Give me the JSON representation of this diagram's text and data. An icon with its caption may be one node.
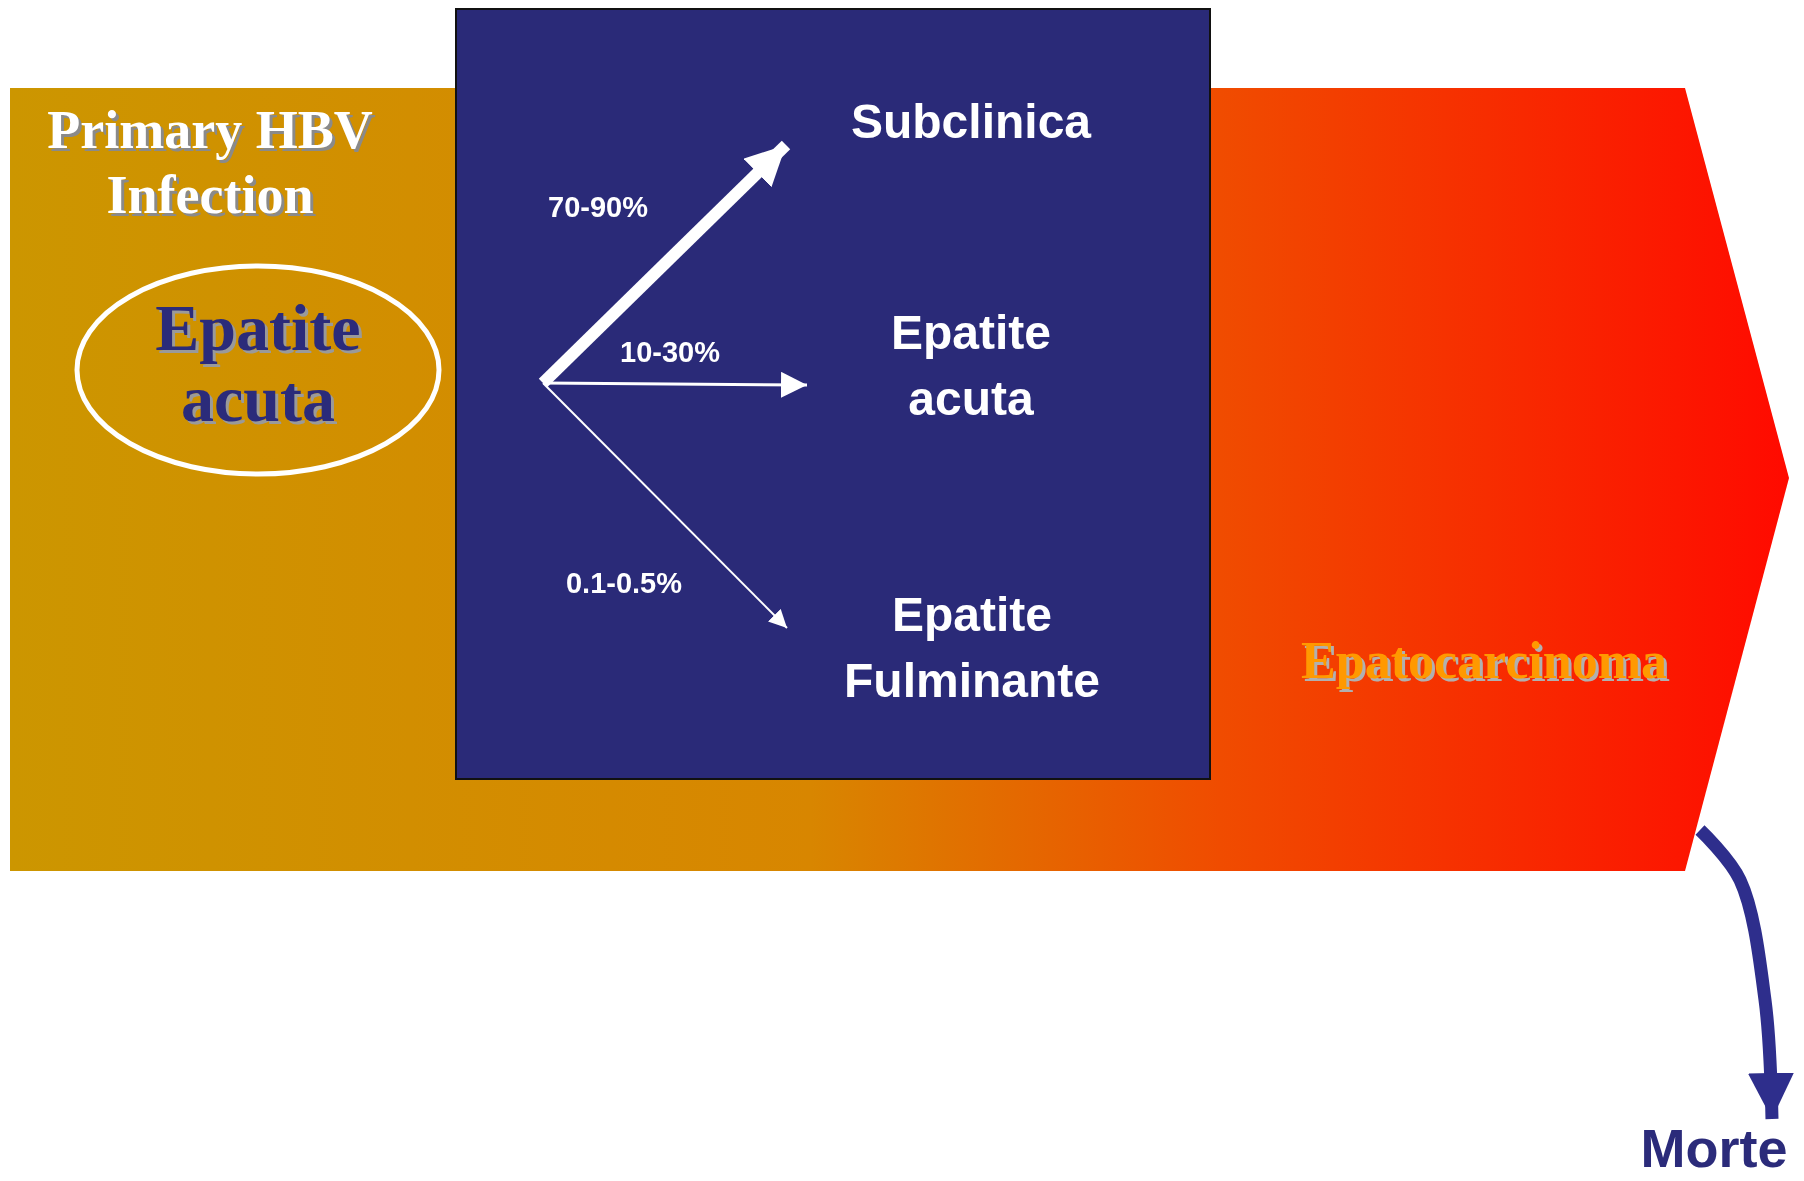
{
  "diagram": {
    "nodes": [
      {
        "text": [
          "Primary HBV Infection",
          "Epatocarcinoma"
        ]
      },
      {
        "text": [
          "Epatite acuta"
        ],
        "in": 0
      },
      {
        "text": [],
        "shape": "box"
      },
      {
        "text": [
          "Subclinica"
        ],
        "in": 2
      },
      {
        "text": [
          "Epatite acuta"
        ],
        "in": 2
      },
      {
        "text": [
          "Epatite Fulminante"
        ],
        "in": 2
      },
      {
        "text": [
          "Morte"
        ]
      }
    ],
    "edges": [
      {
        "from": null,
        "to": 3,
        "arrow": "to",
        "label": "70-90%",
        "style": "thick"
      },
      {
        "from": null,
        "to": 4,
        "arrow": "to",
        "label": "10-30%"
      },
      {
        "from": null,
        "to": 5,
        "arrow": "to",
        "label": "0.1-0.5%"
      },
      {
        "from": 0,
        "to": 6,
        "arrow": "to",
        "style": "thick",
        "color": "#2e2e8c"
      }
    ]
  }
}
